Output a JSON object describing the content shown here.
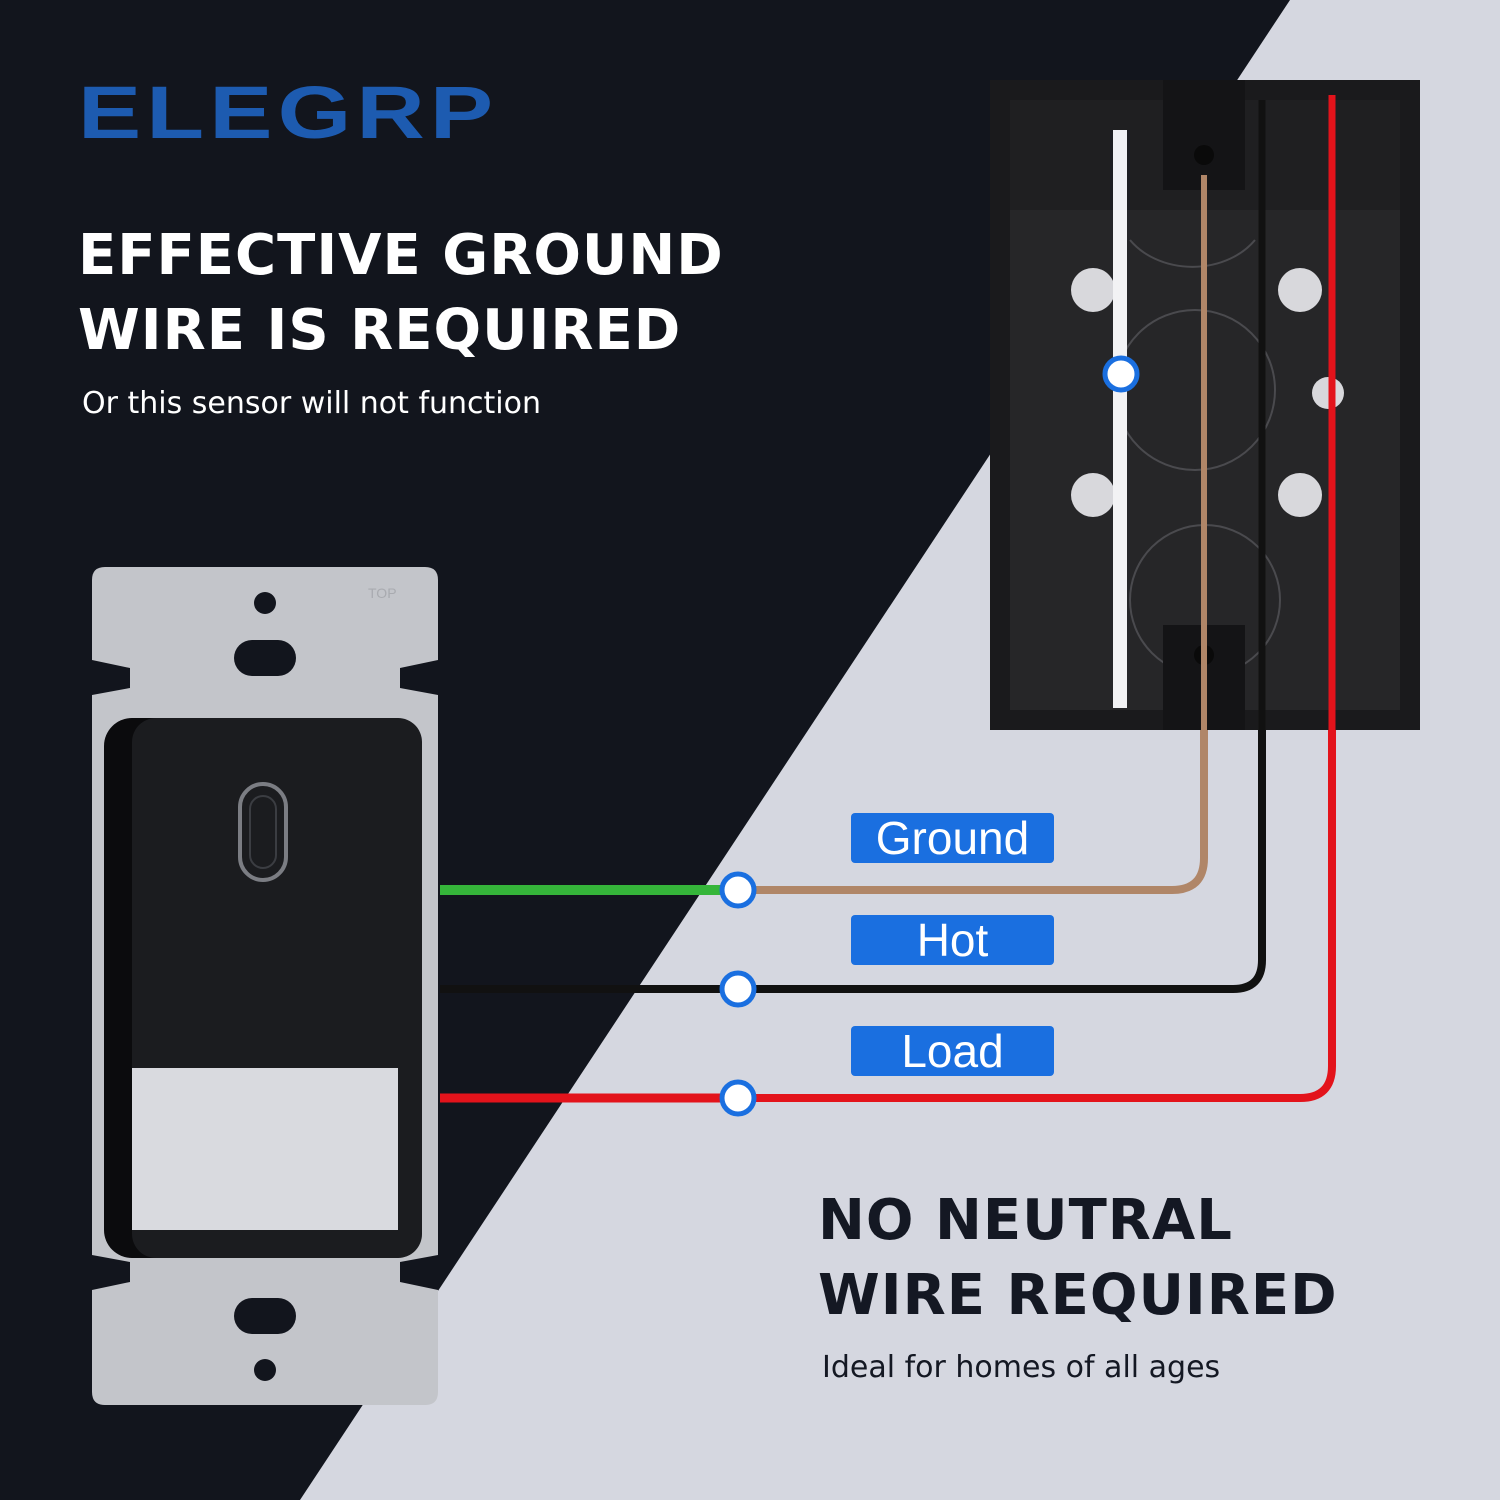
{
  "brand": {
    "logo_text": "ELEGRP"
  },
  "top_section": {
    "headline_line1": "EFFECTIVE GROUND",
    "headline_line2": "WIRE IS REQUIRED",
    "subtext": "Or this sensor will not function"
  },
  "bottom_section": {
    "headline_line1": "NO NEUTRAL",
    "headline_line2": "WIRE REQUIRED",
    "subtext": "Ideal for homes of all ages"
  },
  "wires": [
    {
      "label": "Ground",
      "switch_color": "#35b53a",
      "box_color": "#b08668"
    },
    {
      "label": "Hot",
      "switch_color": "#111111",
      "box_color": "#111111"
    },
    {
      "label": "Load",
      "switch_color": "#e3131b",
      "box_color": "#e3131b"
    }
  ],
  "colors": {
    "background_dark": "#12151d",
    "background_light": "#d5d7e0",
    "label_blue": "#1a6fe0",
    "logo_blue": "#1d5bb0"
  },
  "plate_marking": "TOP"
}
